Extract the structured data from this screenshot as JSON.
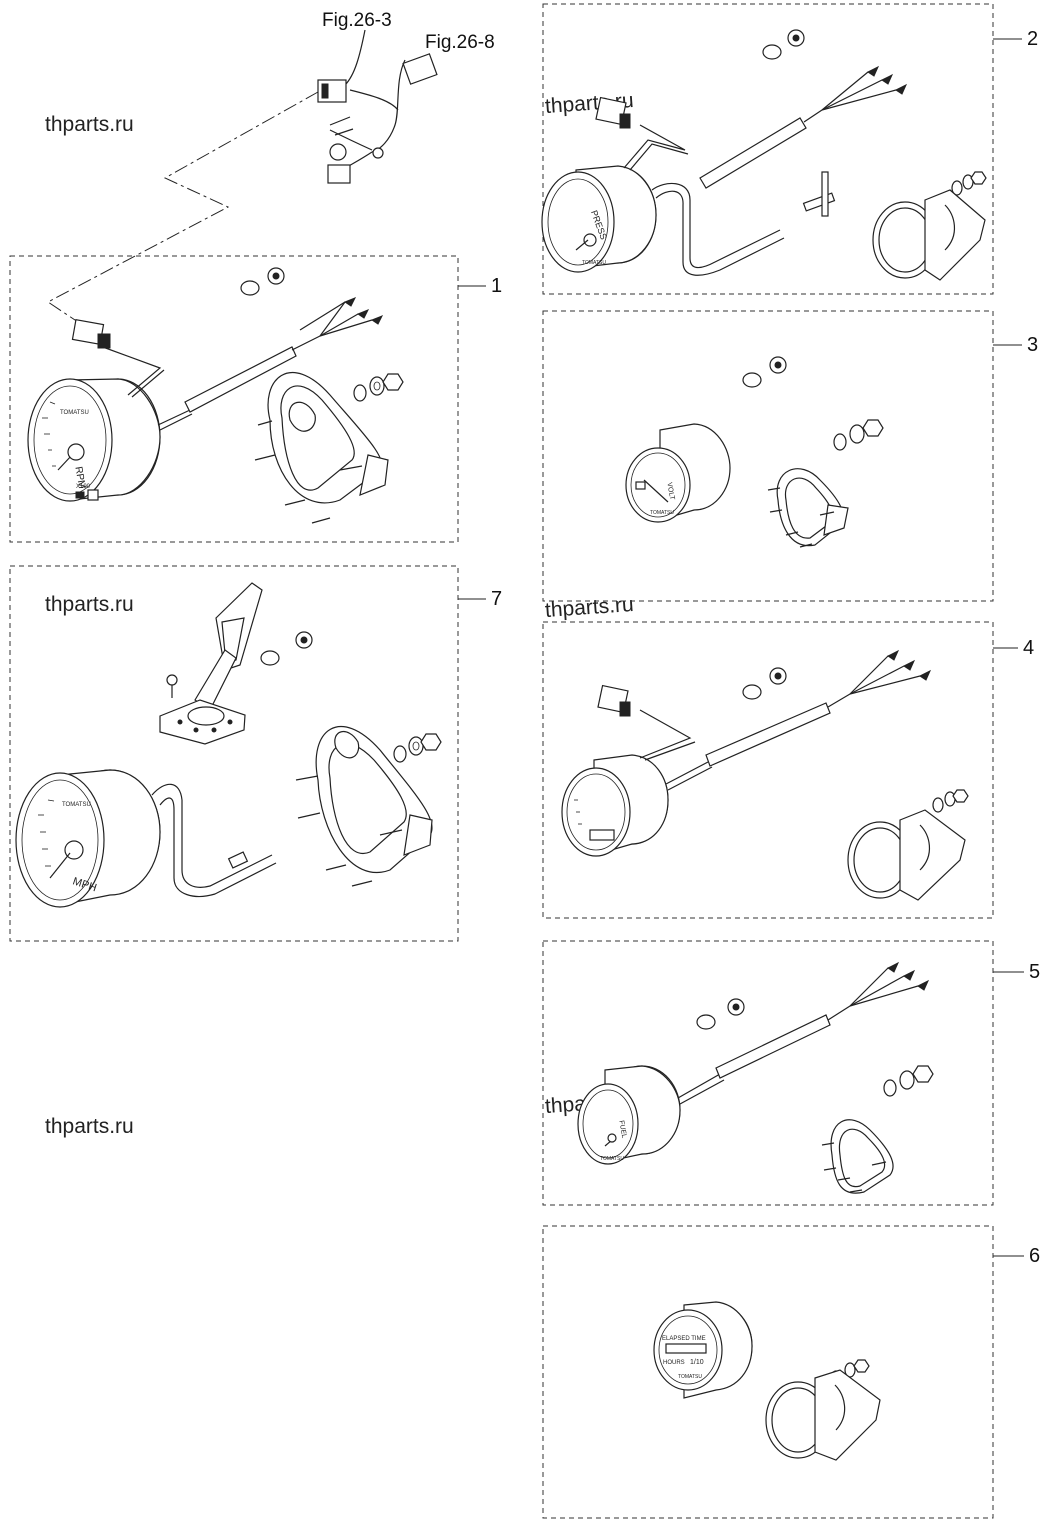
{
  "references": {
    "fig_26_3": "Fig.26-3",
    "fig_26_8": "Fig.26-8"
  },
  "callouts": [
    "1",
    "2",
    "3",
    "4",
    "5",
    "6",
    "7"
  ],
  "watermark": "thparts.ru",
  "gauge_labels": {
    "tach_rpm": "RPM",
    "tach_multiplier": "X100",
    "brand": "TOMATSU",
    "speedo_unit": "MPH",
    "fuel": "FUEL",
    "volt": "VOLT",
    "press": "PRESS",
    "hour_meter_title": "ELAPSED TIME",
    "hour_meter_unit": "HOURS",
    "hour_meter_decimal": "1/10"
  },
  "colors": {
    "line": "#222222",
    "background": "#ffffff"
  }
}
